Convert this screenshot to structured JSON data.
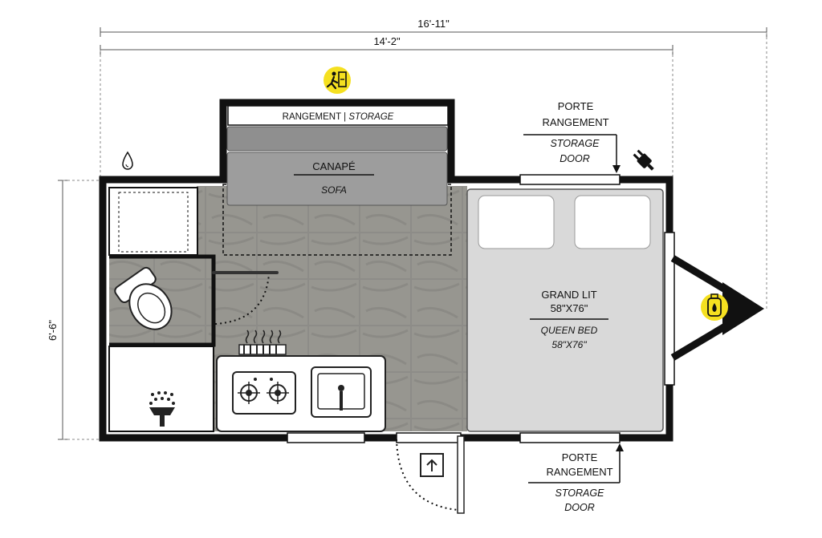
{
  "dimensions": {
    "overall_length": "16'-11\"",
    "box_length": "14'-2\"",
    "width": "6'-6\""
  },
  "labels": {
    "storage_fr": "RANGEMENT",
    "storage_sep": "|",
    "storage_en": "STORAGE",
    "sofa_fr": "CANAPÉ",
    "sofa_en": "SOFA",
    "bed_fr_line1": "GRAND LIT",
    "bed_fr_line2": "58\"X76\"",
    "bed_en_line1": "QUEEN BED",
    "bed_en_line2": "58\"X76\"",
    "door_top_fr_1": "PORTE",
    "door_top_fr_2": "RANGEMENT",
    "door_top_en_1": "STORAGE",
    "door_top_en_2": "DOOR",
    "door_bottom_fr_1": "PORTE",
    "door_bottom_fr_2": "RANGEMENT",
    "door_bottom_en_1": "STORAGE",
    "door_bottom_en_2": "DOOR"
  },
  "icons": [
    "emergency-exit-icon",
    "water-drop-icon",
    "power-plug-icon",
    "propane-tank-icon",
    "entry-step-icon",
    "shower-head-icon",
    "heat-waves-icon",
    "stove-burner-icon",
    "faucet-icon"
  ],
  "colors": {
    "wall": "#111111",
    "floor": "#8c8c88",
    "sofa": "#9a9a9a",
    "bed": "#d8d8d8",
    "highlight": "#f5e020"
  }
}
